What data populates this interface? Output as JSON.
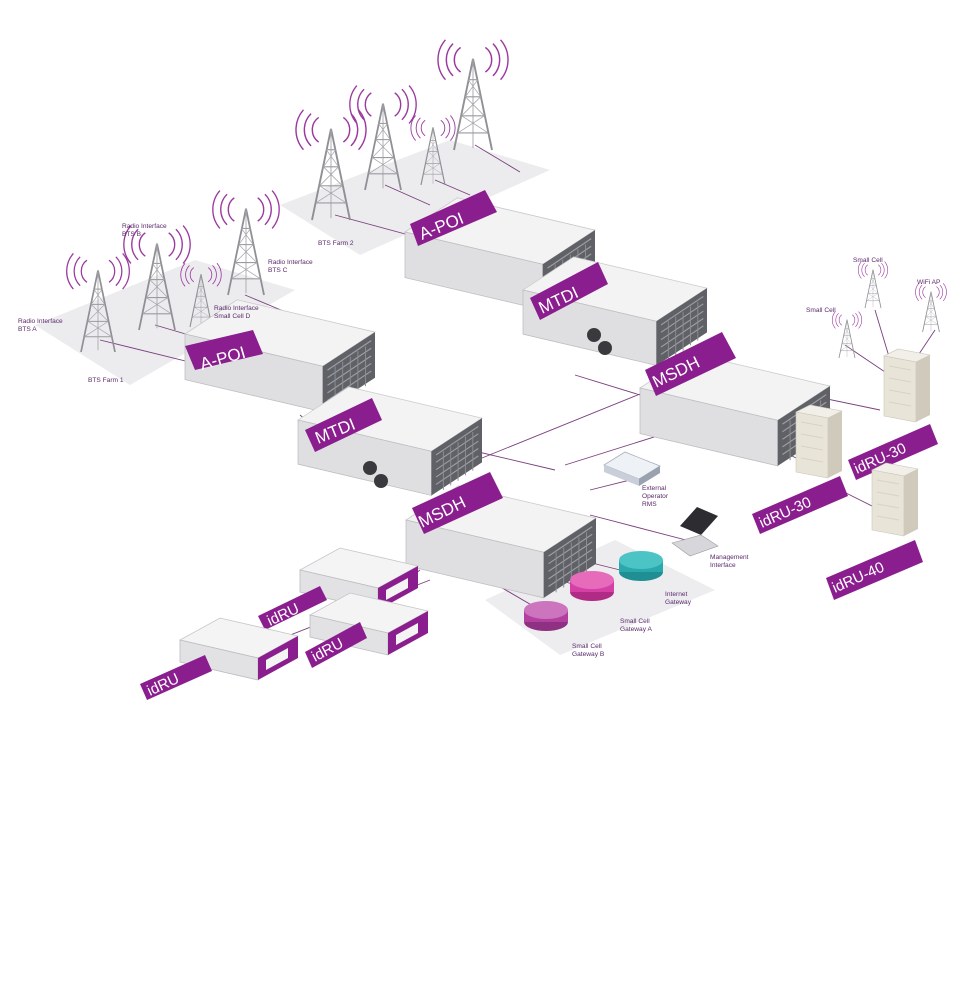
{
  "colors": {
    "accent": "#8b1e8e",
    "wave": "#9b3a9e",
    "link": "#7a3f7e",
    "platform": "#e9e9ec",
    "tower": "#8f8f95",
    "router_purple": "#b3409f",
    "router_magenta": "#d63fa3",
    "router_teal": "#2aa9ad"
  },
  "labels": {
    "radio_bts_a": [
      "Radio Interface",
      "BTS A"
    ],
    "radio_bts_b": [
      "Radio Interface",
      "BTS B"
    ],
    "radio_bts_c": [
      "Radio Interface",
      "BTS C"
    ],
    "radio_small_cell_d": [
      "Radio Interface",
      "Small Cell D"
    ],
    "bts_farm_1": "BTS Farm 1",
    "bts_farm_2": "BTS Farm 2",
    "external_oms": [
      "External",
      "Operator",
      "RMS"
    ],
    "management_interface": [
      "Management",
      "Interface"
    ],
    "internet_gateway": [
      "Internet",
      "Gateway"
    ],
    "small_cell_gw_a": [
      "Small Cell",
      "Gateway A"
    ],
    "small_cell_gw_b": [
      "Small Cell",
      "Gateway B"
    ],
    "small_cell_1": "Small Cell",
    "small_cell_2": "Small Cell",
    "wifi_ap": "WiFi AP"
  },
  "devices": {
    "apoi_left": "A-POI",
    "apoi_right": "A-POI",
    "mtdi_left": "MTDI",
    "mtdi_right": "MTDI",
    "msdh_upper": "MSDH",
    "msdh_lower": "MSDH",
    "idru_a": "idRU",
    "idru_b": "idRU",
    "idru_c": "idRU",
    "idru30_a": "idRU-30",
    "idru30_b": "idRU-30",
    "idru40": "idRU-40"
  }
}
